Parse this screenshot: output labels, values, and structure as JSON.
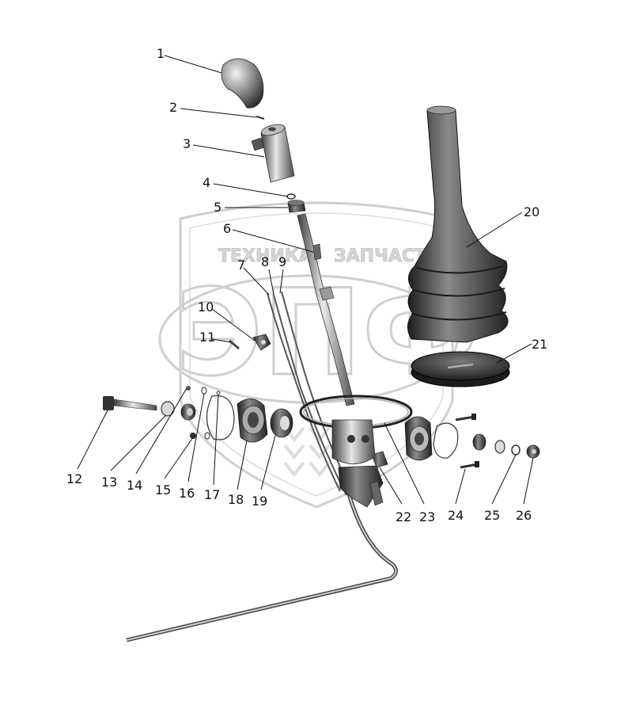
{
  "watermark": {
    "left_text": "ТЕХНИКА",
    "right_text": "ЗАПЧАСТИ",
    "logo_text": "ЭПФ",
    "gear_icon": "gear-icon"
  },
  "callouts": [
    "1",
    "2",
    "3",
    "4",
    "5",
    "6",
    "7",
    "8",
    "9",
    "10",
    "11",
    "12",
    "13",
    "14",
    "15",
    "16",
    "17",
    "18",
    "19",
    "20",
    "21",
    "22",
    "23",
    "24",
    "25",
    "26"
  ]
}
